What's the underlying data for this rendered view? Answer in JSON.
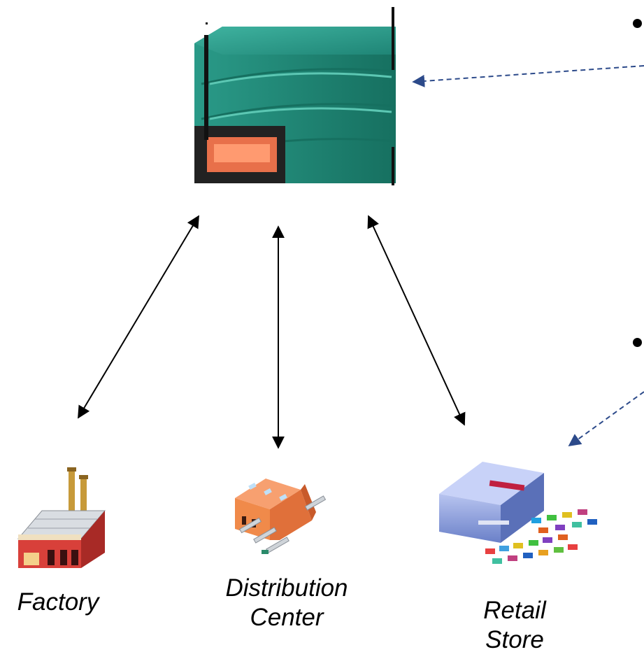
{
  "nodes": {
    "factory_label": "Factory",
    "distribution_label_line1": "Distribution",
    "distribution_label_line2": "Center",
    "retail_label_line1": "Retail",
    "retail_label_line2": "Store"
  },
  "colors": {
    "hub_teal": "#2a9a88",
    "factory_red": "#d8403a",
    "distribution_orange": "#f08a4a",
    "retail_blue": "#8aa0e0",
    "dashed_arrow": "#2c4a8a",
    "solid_arrow": "#000000"
  },
  "icons": {
    "hub": "warehouse-hub-icon",
    "factory": "factory-icon",
    "distribution": "distribution-center-icon",
    "retail": "retail-store-icon"
  }
}
